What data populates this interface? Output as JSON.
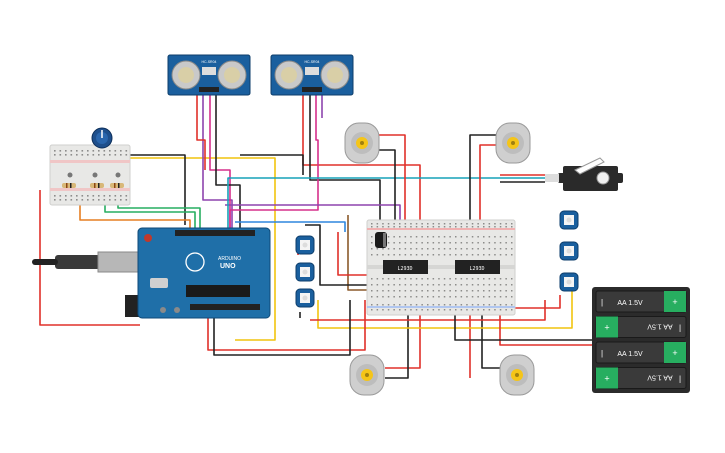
{
  "arduino": {
    "model": "UNO",
    "brand": "ARDUINO"
  },
  "ultrasonic_sensors": [
    {
      "id": "left",
      "label": "HC-SR04"
    },
    {
      "id": "right",
      "label": "HC-SR04"
    }
  ],
  "driver_chips": [
    {
      "id": "left",
      "label": "L293D"
    },
    {
      "id": "right",
      "label": "L293D"
    }
  ],
  "battery_pack": {
    "cells": [
      {
        "label": "AA 1.5V",
        "flipped": false
      },
      {
        "label": "AA 1.5V",
        "flipped": true
      },
      {
        "label": "AA 1.5V",
        "flipped": false
      },
      {
        "label": "AA 1.5V",
        "flipped": true
      }
    ]
  },
  "colors": {
    "arduino_board": "#1f6fa8",
    "sensor_board": "#1a5f9e",
    "wire_red": "#e0302a",
    "wire_black": "#222222",
    "wire_yellow": "#f1c40f",
    "wire_purple": "#8e44ad",
    "wire_magenta": "#d6308c",
    "wire_blue": "#2e86de",
    "wire_cyan": "#17a2b8",
    "wire_green": "#27ae60",
    "wire_orange": "#e67e22",
    "wire_brown": "#8b5a2b",
    "motor_yellow": "#f5c518",
    "breadboard": "#e8e8e6",
    "battery_body": "#2b2b2b",
    "battery_plus": "#27ae60"
  }
}
